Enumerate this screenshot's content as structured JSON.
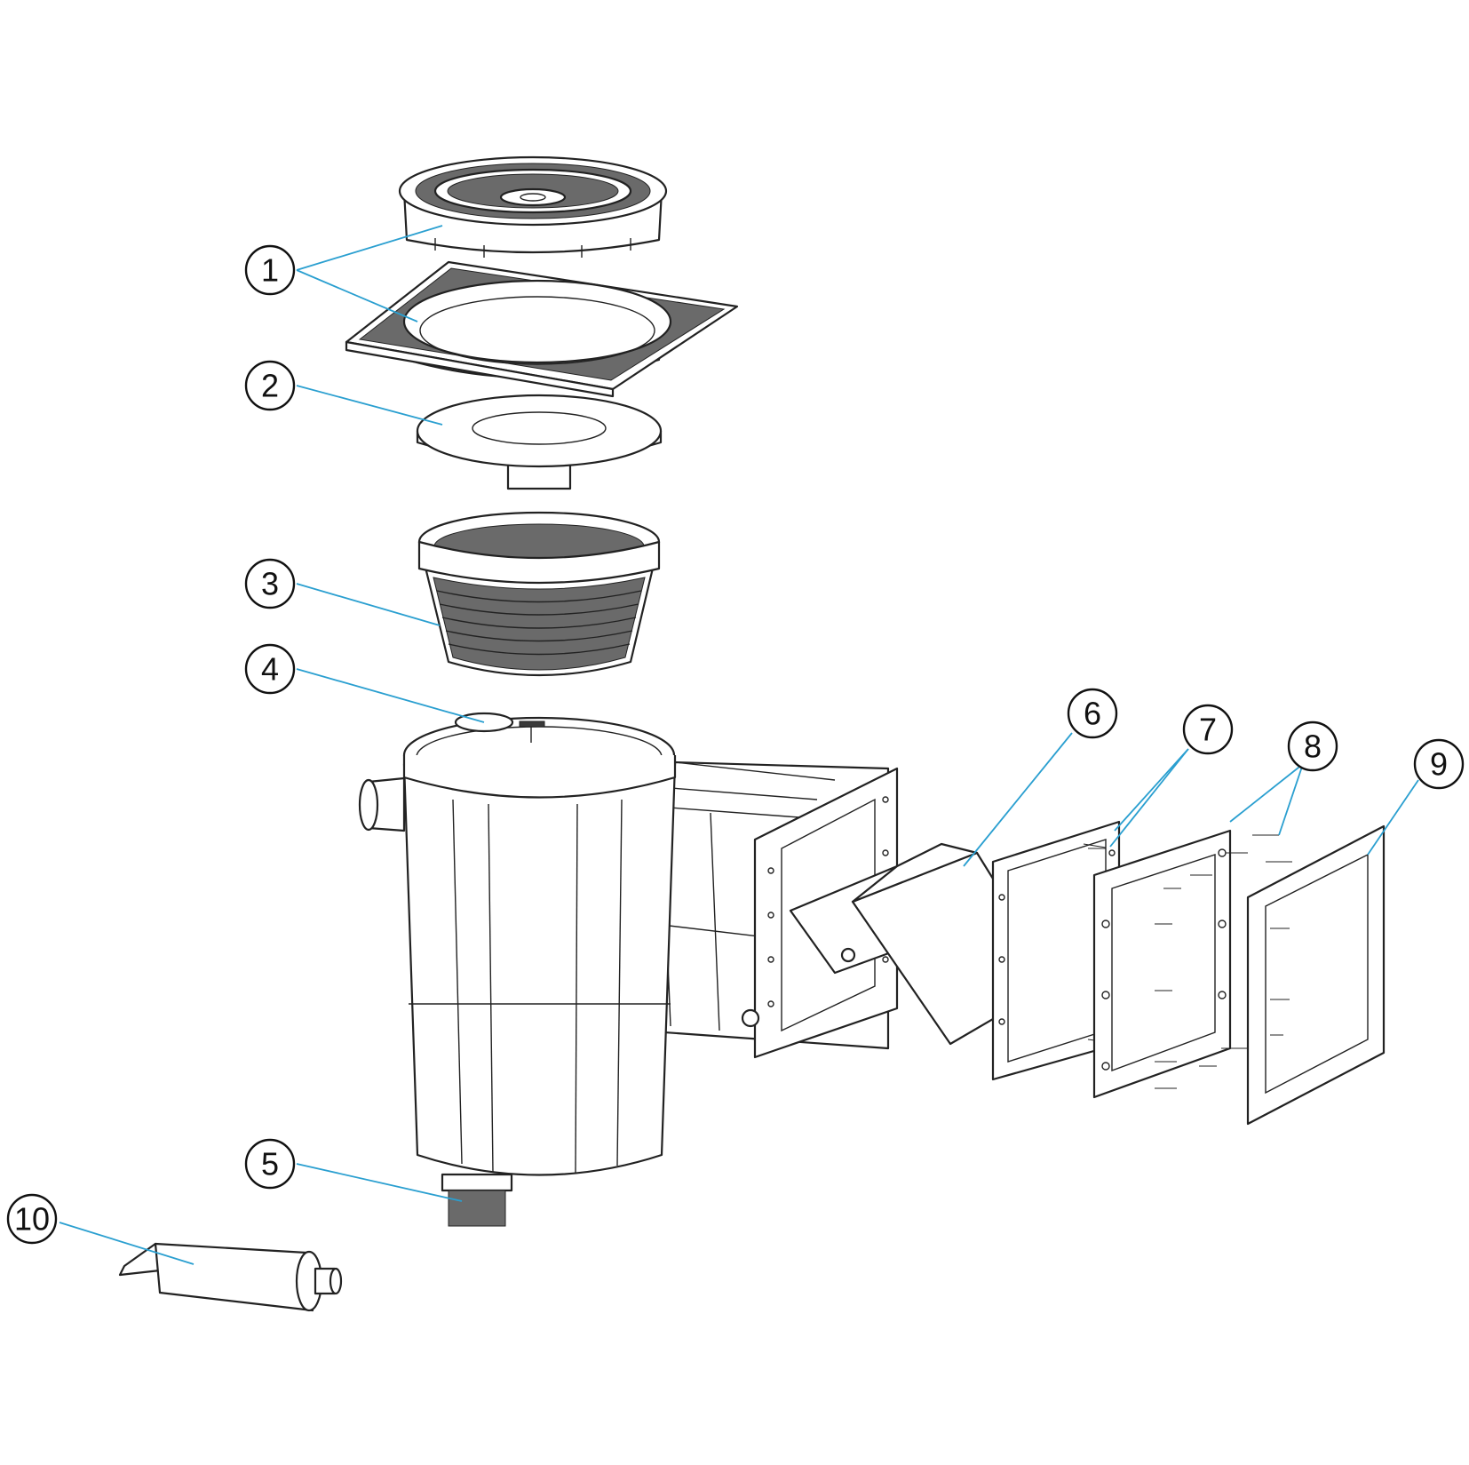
{
  "callouts": [
    {
      "id": "1",
      "label": "1"
    },
    {
      "id": "2",
      "label": "2"
    },
    {
      "id": "3",
      "label": "3"
    },
    {
      "id": "4",
      "label": "4"
    },
    {
      "id": "5",
      "label": "5"
    },
    {
      "id": "6",
      "label": "6"
    },
    {
      "id": "7",
      "label": "7"
    },
    {
      "id": "8",
      "label": "8"
    },
    {
      "id": "9",
      "label": "9"
    },
    {
      "id": "10",
      "label": "10"
    }
  ],
  "colors": {
    "leader_line": "#2a9fd0",
    "outline": "#222222",
    "background": "#ffffff"
  }
}
